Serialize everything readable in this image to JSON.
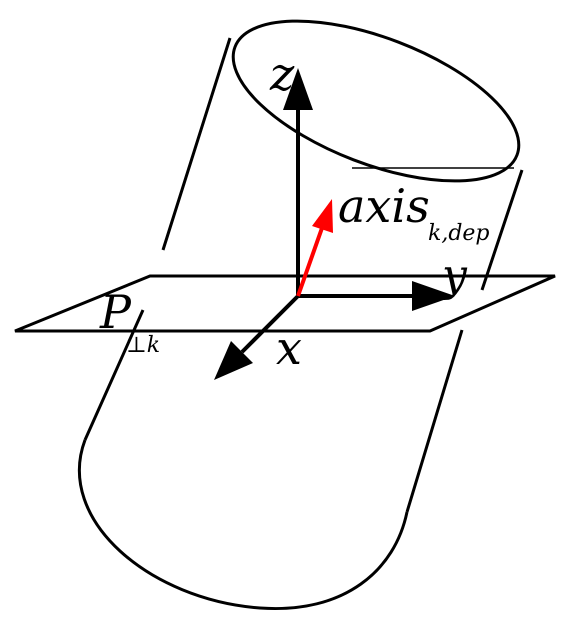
{
  "labels": {
    "z": "z",
    "y": "y",
    "x": "x",
    "plane_main": "P",
    "plane_sub": "⊥k",
    "axis_main": "axis",
    "axis_sub": "k,dep"
  },
  "colors": {
    "stroke": "#000000",
    "axis_vector": "#ff0000",
    "background": "#ffffff"
  }
}
